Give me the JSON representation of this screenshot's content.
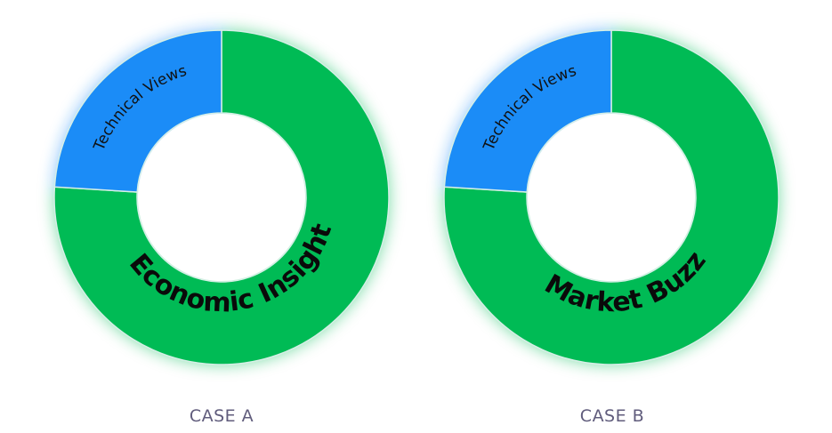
{
  "chart_data": [
    {
      "type": "pie",
      "subtype": "donut",
      "title": "CASE A",
      "categories": [
        "Economic Insight",
        "Technical Views"
      ],
      "values": [
        76,
        24
      ],
      "colors": [
        "#00bb55",
        "#1b8cf7"
      ],
      "unit": "percent",
      "start_angle": "top",
      "direction": "clockwise"
    },
    {
      "type": "pie",
      "subtype": "donut",
      "title": "CASE B",
      "categories": [
        "Market Buzz",
        "Technical Views"
      ],
      "values": [
        76,
        24
      ],
      "colors": [
        "#00bb55",
        "#1b8cf7"
      ],
      "unit": "percent",
      "start_angle": "top",
      "direction": "clockwise"
    }
  ],
  "label_color": "#605c7c"
}
